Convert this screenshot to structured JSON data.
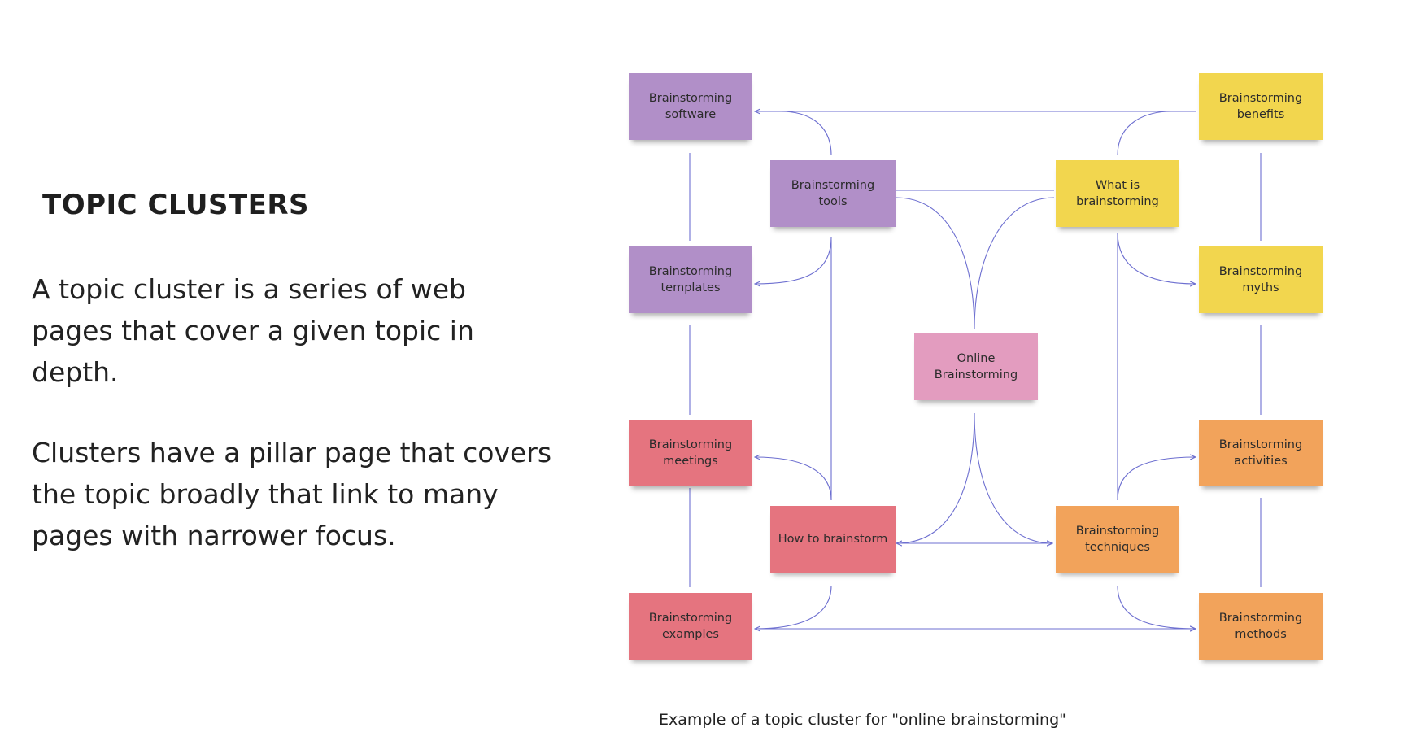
{
  "heading": "TOPIC CLUSTERS",
  "paragraphs": [
    "A topic cluster is a series of web pages that cover a given topic in depth.",
    "Clusters have a pillar page that covers the topic broadly that link to many pages with narrower focus."
  ],
  "notes": {
    "software": {
      "label": "Brainstorming software",
      "color": "#b18fc8"
    },
    "templates": {
      "label": "Brainstorming templates",
      "color": "#b18fc8"
    },
    "tools": {
      "label": "Brainstorming tools",
      "color": "#b18fc8"
    },
    "meetings": {
      "label": "Brainstorming meetings",
      "color": "#e5747f"
    },
    "examples": {
      "label": "Brainstorming examples",
      "color": "#e5747f"
    },
    "how_to": {
      "label": "How to brainstorm",
      "color": "#e5747f"
    },
    "online": {
      "label": "Online Brainstorming",
      "color": "#e39cbf"
    },
    "what_is": {
      "label": "What is brainstorming",
      "color": "#f2d64e"
    },
    "benefits": {
      "label": "Brainstorming benefits",
      "color": "#f2d64e"
    },
    "myths": {
      "label": "Brainstorming myths",
      "color": "#f2d64e"
    },
    "techniques": {
      "label": "Brainstorming techniques",
      "color": "#f2a35b"
    },
    "activities": {
      "label": "Brainstorming activities",
      "color": "#f2a35b"
    },
    "methods": {
      "label": "Brainstorming methods",
      "color": "#f2a35b"
    }
  },
  "connector_color": "#6d6fd0",
  "caption": "Example of a topic cluster for \"online brainstorming\""
}
